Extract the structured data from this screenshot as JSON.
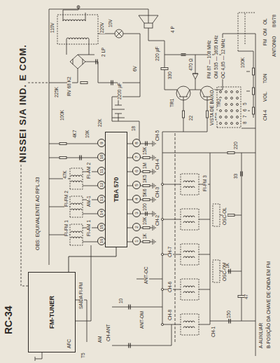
{
  "diagram": {
    "title": "NISSEI S/A IND. E COM.",
    "nodes": [
      {
        "text": [
          "FM-TUNER"
        ]
      },
      {
        "text": [
          "TBA 570"
        ]
      }
    ],
    "edges": [
      {
        "from": 0,
        "to": 1,
        "arrow": "none"
      }
    ],
    "labels": [
      "RC-34",
      "OBS: EQUIVALENTE AO RPL-33",
      "SAÍDA FI-FM",
      "AFC",
      "T5",
      "FI-FM 1",
      "FI-FM 2",
      "FI-AM 1",
      "AM-1",
      "FI-AM 2",
      "1",
      "2",
      "3",
      "4",
      "5",
      "6",
      "7",
      "8",
      "9",
      "10",
      "11",
      "12",
      "13",
      "14",
      "15",
      "16",
      "100K",
      "22K",
      "47K",
      "4K7",
      "10K",
      "1K",
      "10K",
      "100",
      "5K6",
      "1K5",
      "1M",
      "15K",
      "CH-2",
      "CH-3",
      "CH-4",
      "CH-5",
      "CH-7",
      "CH-6",
      "CH-8",
      "AM",
      "CH-ANT",
      "10",
      "ANT-OM",
      "ANT-OC",
      "FI-FM 3",
      "OSC-OM",
      "OSC-OL",
      "CH-1",
      "150",
      "47",
      "1K",
      "33",
      "220",
      "18",
      "220 µF",
      "4 P",
      "TR1",
      "TR2",
      "22",
      "330",
      "2K2",
      "470 Ω",
      "110V",
      "220V",
      "RV 68 K2",
      "225K",
      "2200 µF",
      "2 LP",
      "10V",
      "6V",
      "FM 87 — 108 MHz",
      "OM 535 — 1605 KHz",
      "OC 4,85 — 12 MHz",
      "VISTA DE BAIXO",
      "8",
      "7",
      "6",
      "5",
      "CH-4",
      "VOL.",
      "TON",
      "FM",
      "OM",
      "OL",
      "100K",
      "A-AUXILIAR",
      "B-POSIÇÃO DA CHAVE DE ONDA EM FM",
      "ANTONIO",
      "8/6/78"
    ]
  }
}
